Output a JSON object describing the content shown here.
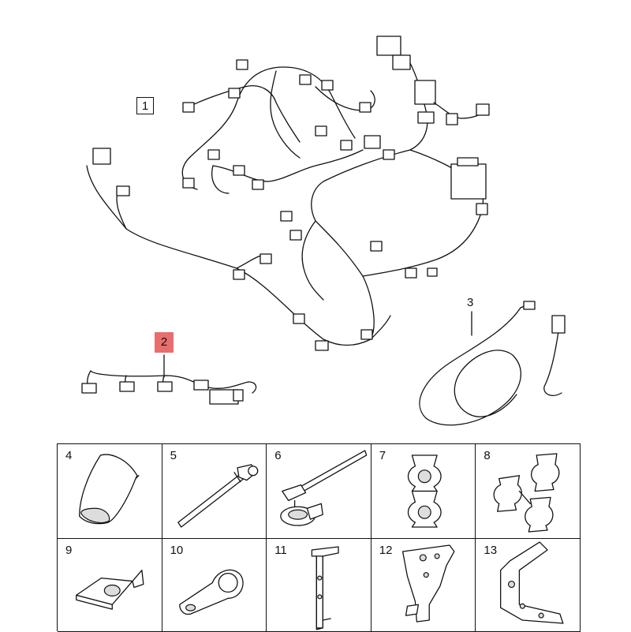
{
  "callouts": {
    "main_harness": "1",
    "sensor_harness": "2",
    "cable": "3"
  },
  "parts": [
    {
      "number": "4",
      "icon": "grommet-boot-icon"
    },
    {
      "number": "5",
      "icon": "cable-tie-anchor-icon"
    },
    {
      "number": "6",
      "icon": "cable-tie-clip-icon"
    },
    {
      "number": "7",
      "icon": "double-clip-icon"
    },
    {
      "number": "8",
      "icon": "double-pipe-clip-icon"
    },
    {
      "number": "9",
      "icon": "angle-bracket-icon"
    },
    {
      "number": "10",
      "icon": "p-clamp-icon"
    },
    {
      "number": "11",
      "icon": "long-bracket-icon"
    },
    {
      "number": "12",
      "icon": "mounting-plate-icon"
    },
    {
      "number": "13",
      "icon": "l-bracket-icon"
    }
  ],
  "colors": {
    "highlight": "#e86e6e",
    "line": "#111111"
  }
}
